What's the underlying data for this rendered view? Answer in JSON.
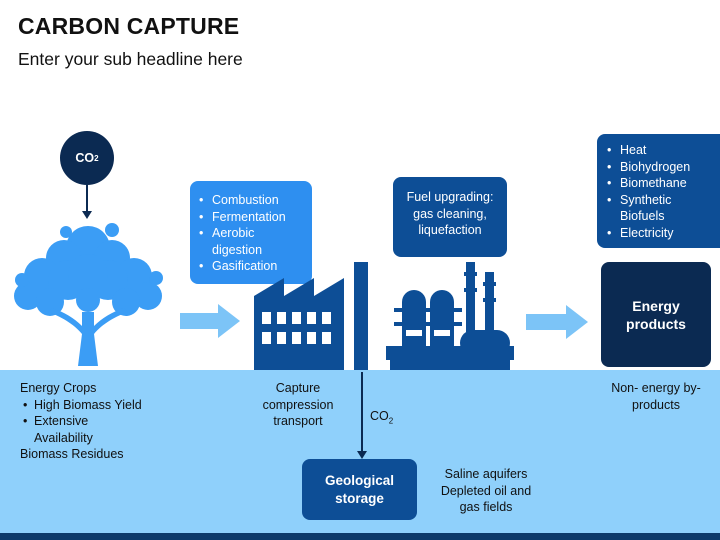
{
  "header": {
    "title": "CARBON CAPTURE",
    "subtitle": "Enter your sub headline here"
  },
  "co2_source": {
    "label": "CO",
    "subscript": "2"
  },
  "process_box": {
    "items": [
      "Combustion",
      "Fermentation",
      "Aerobic digestion",
      "Gasification"
    ]
  },
  "fuel_box": {
    "text": "Fuel upgrading: gas cleaning, liquefaction"
  },
  "outputs_box": {
    "items": [
      "Heat",
      "Biohydrogen",
      "Biomethane",
      "Synthetic Biofuels",
      "Electricity"
    ]
  },
  "energy_box": {
    "text": "Energy products"
  },
  "crops": {
    "heading": "Energy Crops",
    "items": [
      "High Biomass Yield",
      "Extensive Availability"
    ],
    "footer": "Biomass Residues"
  },
  "capture": {
    "text": "Capture compression transport"
  },
  "co2_down": {
    "label": "CO",
    "subscript": "2"
  },
  "geo_box": {
    "text": "Geological storage"
  },
  "saline": {
    "text": "Saline aquifers Depleted oil and gas fields"
  },
  "byproducts": {
    "text": "Non- energy by-products"
  },
  "colors": {
    "dark_navy": "#0b2a52",
    "mid_blue": "#0d4e96",
    "bright_blue": "#2e8ff0",
    "light_blue": "#8fd0fb",
    "tree_blue": "#3b9df5",
    "arrow_blue": "#7cc4f7"
  },
  "icons": [
    "tree-icon",
    "factory-icon",
    "refinery-icon",
    "right-arrow-icon"
  ]
}
